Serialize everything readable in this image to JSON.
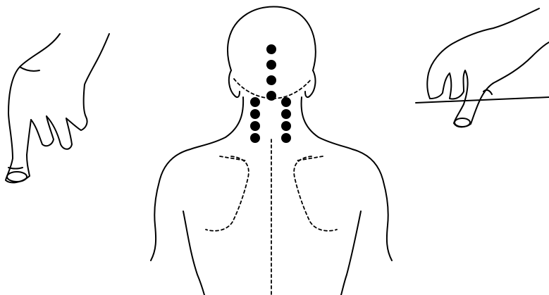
{
  "figure": {
    "background": "#ffffff",
    "ink": "#000000",
    "panels": [
      {
        "id": "left-hand",
        "icon": "fingertip-pressing-hand-icon"
      },
      {
        "id": "back-figure",
        "icon": "upper-back-and-neck-outline-icon"
      },
      {
        "id": "right-hand",
        "icon": "fingertip-pressing-on-surface-icon"
      }
    ],
    "acupressure_points": {
      "midline_count": 4,
      "left_neck_count": 4,
      "right_neck_count": 4,
      "color": "#000000"
    }
  }
}
